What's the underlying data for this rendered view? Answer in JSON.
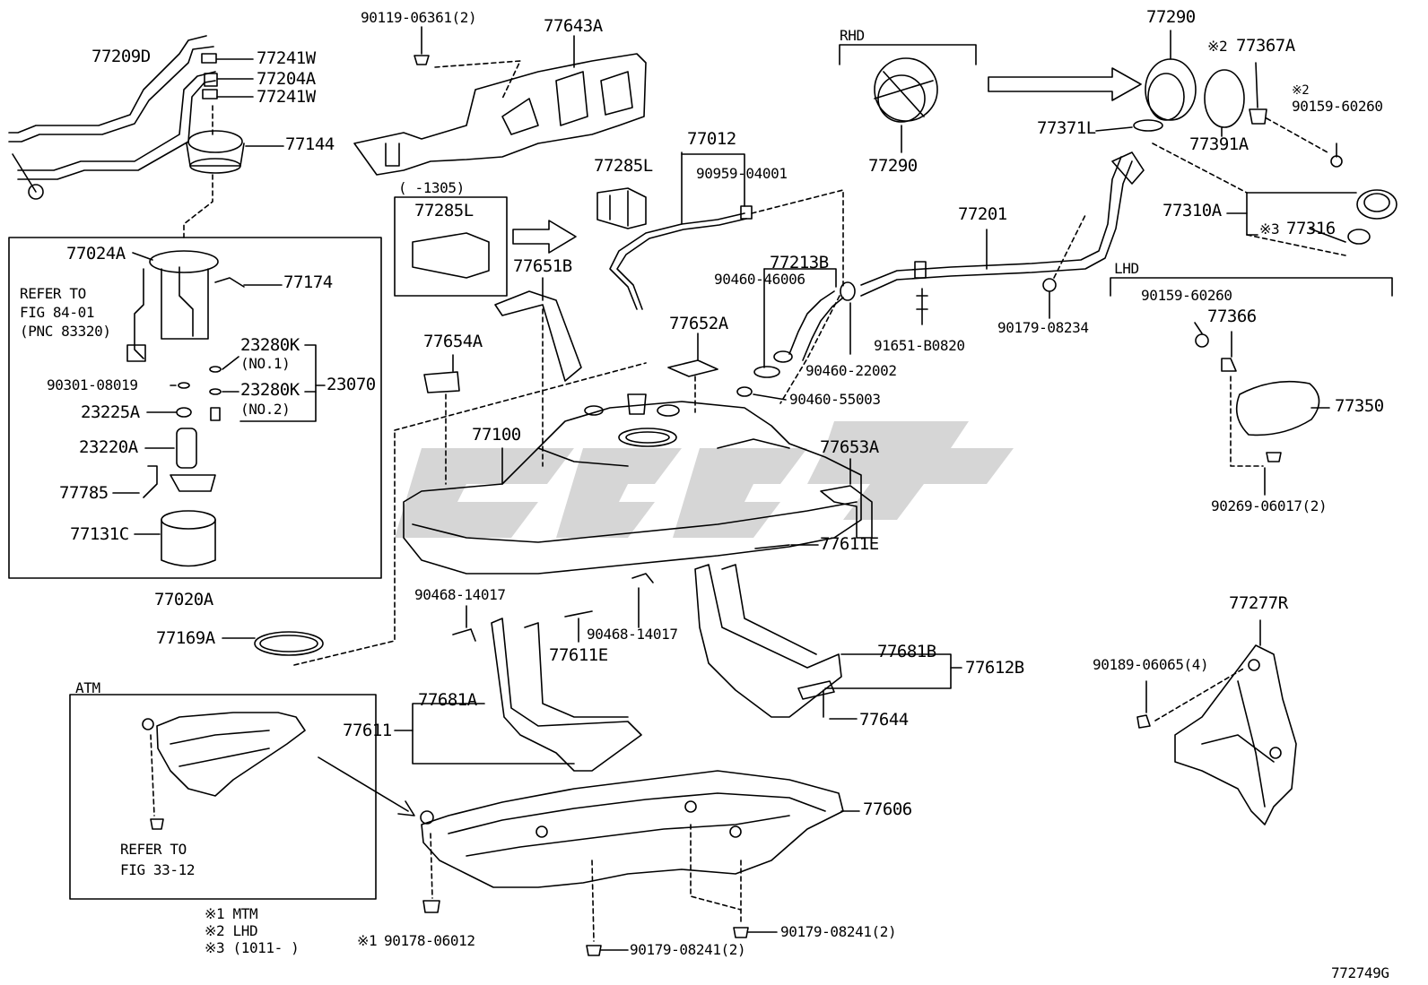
{
  "diagram_id": "772749G",
  "watermark_color": "#cccccc",
  "notes": {
    "n1": "※1 MTM",
    "n2": "※2 LHD",
    "n3": "※3 (1011-        )"
  },
  "boxes": {
    "atm": "ATM",
    "rhd": "RHD",
    "lhd": "LHD",
    "inset_range": "(     -1305)"
  },
  "refs": {
    "fig84_l1": "REFER TO",
    "fig84_l2": "FIG 84-01",
    "fig84_l3": "(PNC 83320)",
    "fig33_l1": "REFER TO",
    "fig33_l2": "FIG 33-12"
  },
  "parts": {
    "p77209D": "77209D",
    "p77241W_a": "77241W",
    "p77204A": "77204A",
    "p77241W_b": "77241W",
    "p77144": "77144",
    "p77024A": "77024A",
    "p77174": "77174",
    "p23280K_1": "23280K",
    "no1": "(NO.1)",
    "p90301": "90301-08019",
    "p23280K_2": "23280K",
    "no2": "(NO.2)",
    "p23070": "23070",
    "p23225A": "23225A",
    "p23220A": "23220A",
    "p77785": "77785",
    "p77131C": "77131C",
    "p77020A": "77020A",
    "p77169A": "77169A",
    "p90119": "90119-06361(2)",
    "p77643A": "77643A",
    "p77285L_a": "77285L",
    "p77285L_b": "77285L",
    "p77012": "77012",
    "p90959": "90959-04001",
    "p77651B": "77651B",
    "p77213B": "77213B",
    "p90460_46006": "90460-46006",
    "p77654A": "77654A",
    "p77652A": "77652A",
    "p90460_22002": "90460-22002",
    "p90460_55003": "90460-55003",
    "p77100": "77100",
    "p77653A": "77653A",
    "p77611E_a": "77611E",
    "p90468_a": "90468-14017",
    "p90468_b": "90468-14017",
    "p77611E_b": "77611E",
    "p77681B": "77681B",
    "p77612B": "77612B",
    "p77681A": "77681A",
    "p77611": "77611",
    "p77644": "77644",
    "p77606": "77606",
    "p90178": "90178-06012",
    "p90179_08241_a": "90179-08241(2)",
    "p90179_08241_b": "90179-08241(2)",
    "p77290_a": "77290",
    "p77290_b": "77290",
    "p77367A": "77367A",
    "p90159_a": "90159-60260",
    "p77371L": "77371L",
    "p77391A": "77391A",
    "p77201": "77201",
    "p77310A": "77310A",
    "p77316": "77316",
    "p91651": "91651-B0820",
    "p90179_08234": "90179-08234",
    "p90159_b": "90159-60260",
    "p77366": "77366",
    "p77350": "77350",
    "p90269": "90269-06017(2)",
    "p77277R": "77277R",
    "p90189": "90189-06065(4)"
  },
  "marks": {
    "m2": "※2",
    "m3": "※3",
    "m1": "※1"
  }
}
